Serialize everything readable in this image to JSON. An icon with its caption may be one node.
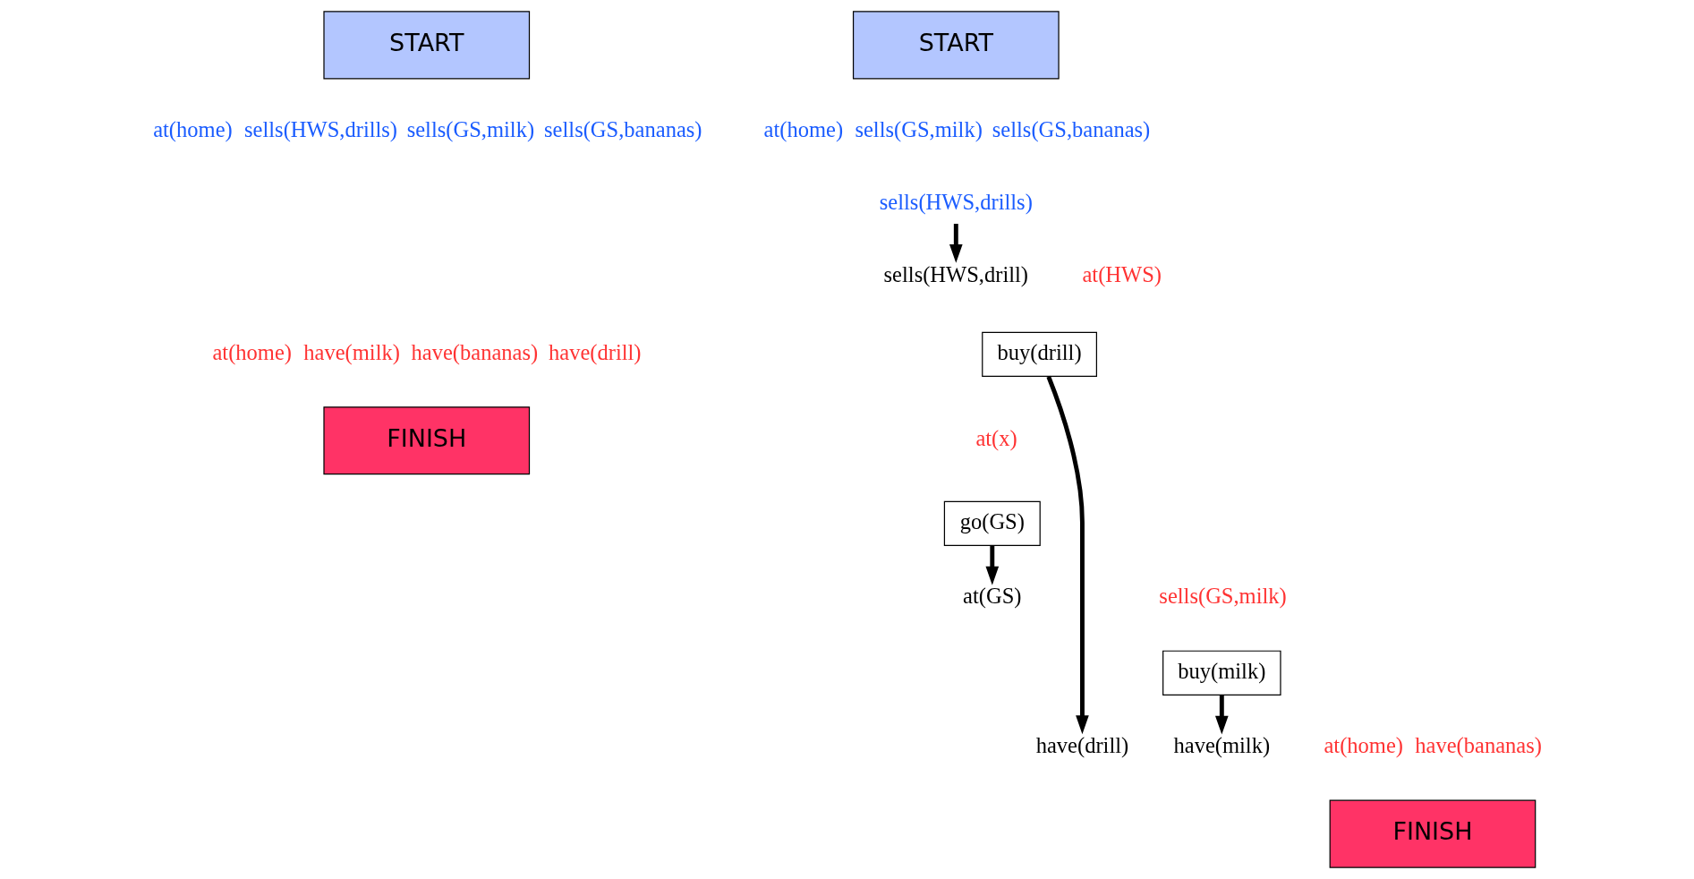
{
  "diagram": {
    "nodes": [
      {
        "text": [
          "START"
        ],
        "beside": [
          "at(home)",
          "sells(HWS,drills)",
          "sells(GS,milk)",
          "sells(GS,bananas)"
        ]
      },
      {
        "text": [
          "FINISH"
        ],
        "beside": [
          "at(home)",
          "have(milk)",
          "have(bananas)",
          "have(drill)"
        ]
      },
      {
        "text": [
          "START"
        ],
        "beside": [
          "at(home)",
          "sells(GS,milk)",
          "sells(GS,bananas)"
        ]
      },
      {
        "text": [
          "sells(HWS,drills)"
        ]
      },
      {
        "text": [
          "sells(HWS,drill)"
        ]
      },
      {
        "text": [
          "buy(drill)"
        ],
        "beside": [
          "at(HWS)"
        ]
      },
      {
        "text": [
          "go(GS)"
        ],
        "beside": [
          "at(x)"
        ]
      },
      {
        "text": [
          "at(GS)"
        ]
      },
      {
        "text": [
          "buy(milk)"
        ],
        "beside": [
          "sells(GS,milk)"
        ]
      },
      {
        "text": [
          "have(milk)"
        ]
      },
      {
        "text": [
          "have(drill)"
        ]
      },
      {
        "text": [
          "FINISH"
        ],
        "beside": [
          "at(home)",
          "have(bananas)"
        ]
      }
    ],
    "edges": [
      {
        "from": 3,
        "to": 4,
        "arrow": "to"
      },
      {
        "from": 5,
        "to": 10,
        "arrow": "to"
      },
      {
        "from": 6,
        "to": 7,
        "arrow": "to"
      },
      {
        "from": 8,
        "to": 9,
        "arrow": "to"
      }
    ]
  }
}
